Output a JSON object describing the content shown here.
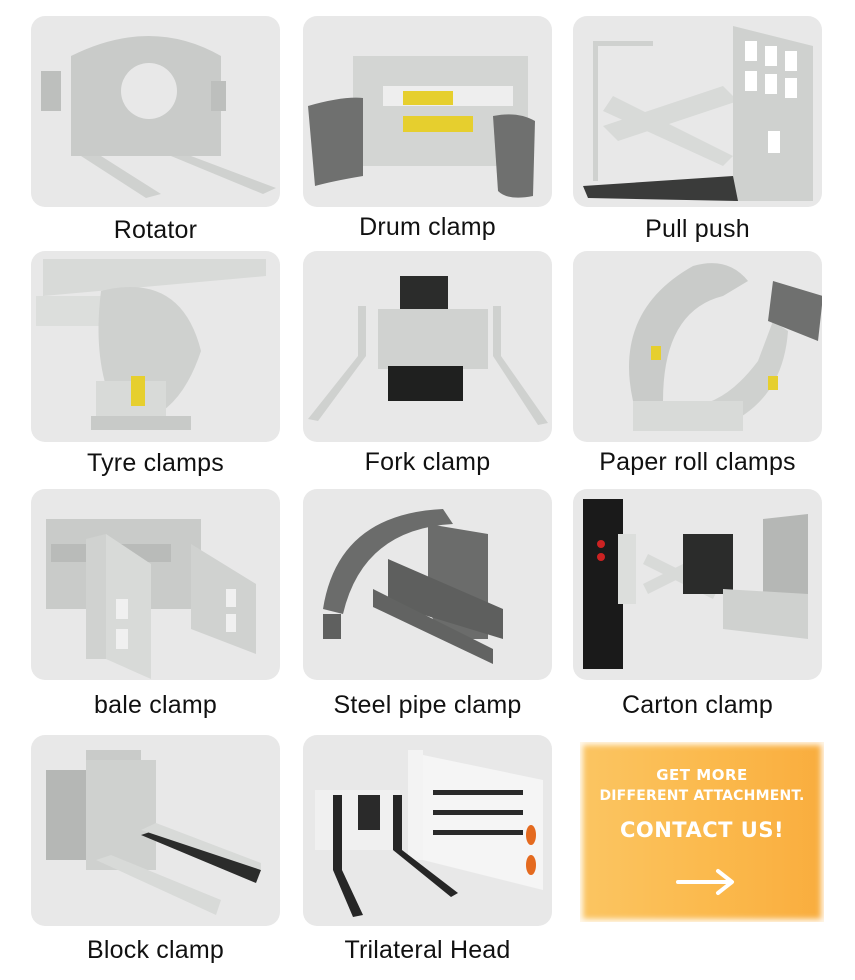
{
  "products": [
    {
      "name": "Rotator"
    },
    {
      "name": "Drum clamp"
    },
    {
      "name": "Pull push"
    },
    {
      "name": "Tyre clamps"
    },
    {
      "name": "Fork clamp"
    },
    {
      "name": "Paper roll clamps"
    },
    {
      "name": "bale clamp"
    },
    {
      "name": "Steel pipe clamp"
    },
    {
      "name": "Carton clamp"
    },
    {
      "name": "Block clamp"
    },
    {
      "name": "Trilateral Head"
    }
  ],
  "cta": {
    "line1": "GET MORE",
    "line2": "DIFFERENT ATTACHMENT.",
    "line3": "CONTACT US!",
    "icon": "arrow-right-icon",
    "colors": {
      "bg_start": "#fbc562",
      "bg_end": "#f9ad3e",
      "text": "#ffffff"
    }
  },
  "colors": {
    "card_bg": "#e8e8e8",
    "label_text": "#111111",
    "page_bg": "#ffffff"
  }
}
